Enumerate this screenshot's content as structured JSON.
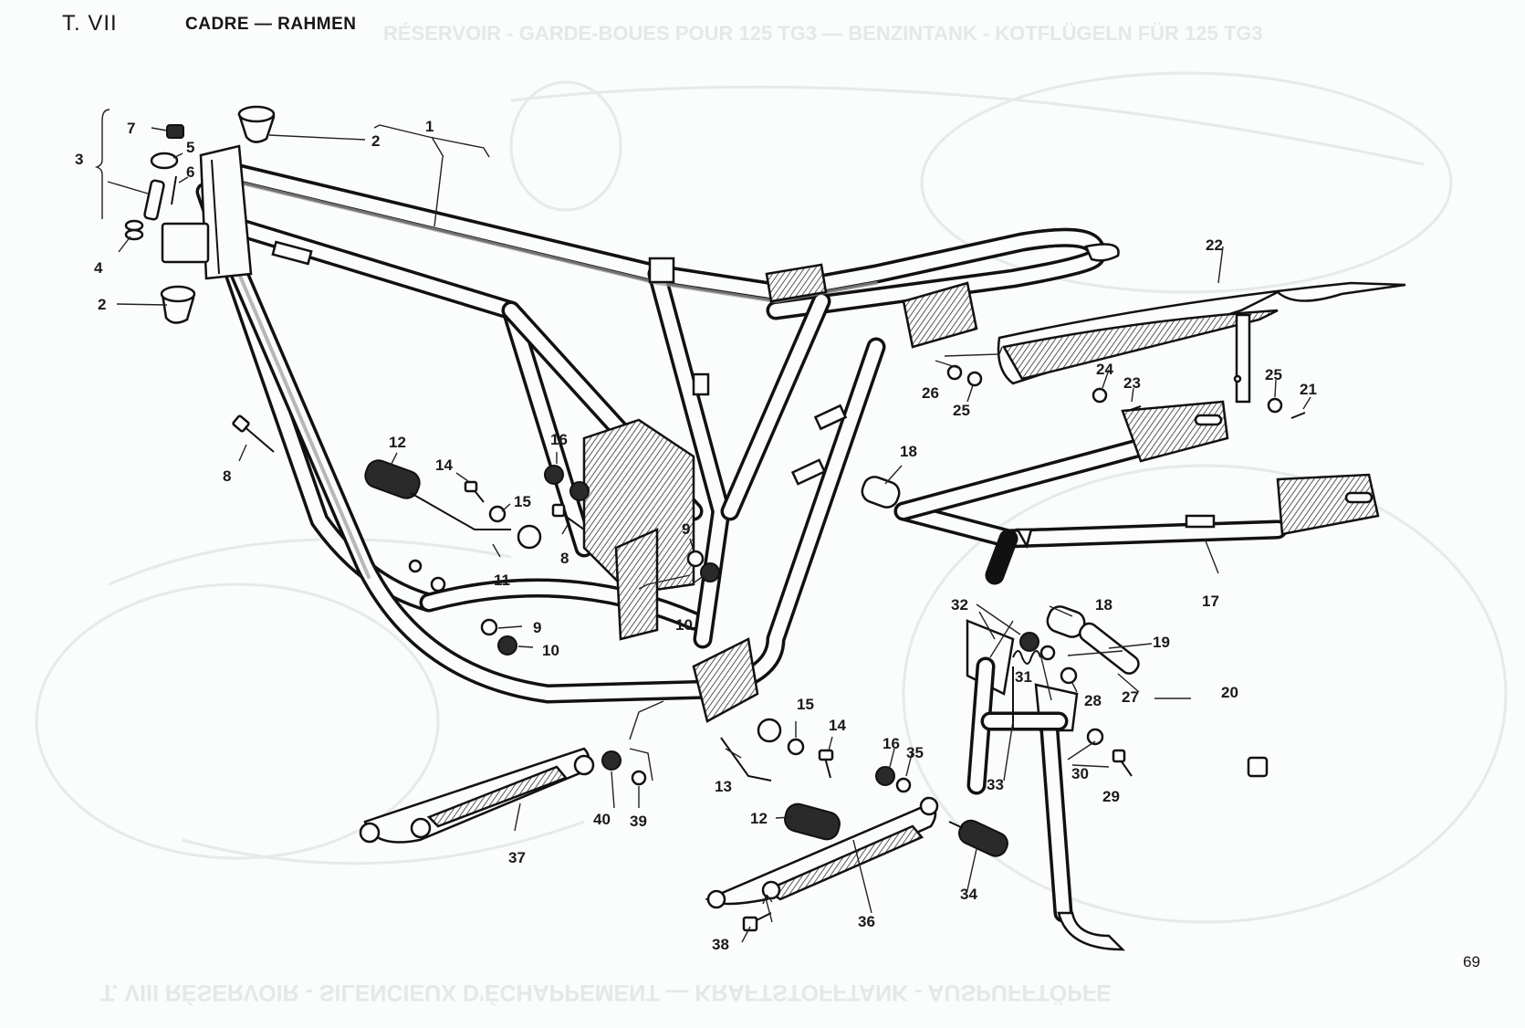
{
  "header": {
    "plate": "T. VII",
    "title": "CADRE — RAHMEN"
  },
  "page_number": "69",
  "ghost_text": {
    "top": "RÉSERVOIR - GARDE-BOUES POUR 125 TG3 — BENZINTANK - KOTFLÜGELN FÜR 125 TG3",
    "bottom": "T. VIII RÉSERVOIR - SILENCIEUX D'ÉCHAPPEMENT — KRAFTSTOFFTANK - AUSPUFFTÖPFE"
  },
  "callouts": [
    "1",
    "2",
    "2",
    "3",
    "4",
    "5",
    "6",
    "7",
    "8",
    "8",
    "9",
    "9",
    "10",
    "10",
    "11",
    "12",
    "12",
    "13",
    "14",
    "14",
    "15",
    "15",
    "16",
    "16",
    "17",
    "18",
    "18",
    "19",
    "20",
    "21",
    "22",
    "23",
    "24",
    "25",
    "25",
    "26",
    "27",
    "28",
    "29",
    "30",
    "31",
    "32",
    "33",
    "34",
    "35",
    "36",
    "37",
    "38",
    "39",
    "40"
  ]
}
